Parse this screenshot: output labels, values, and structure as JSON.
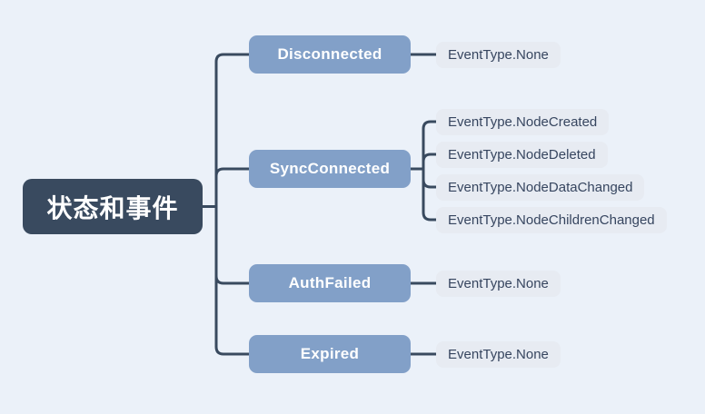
{
  "colors": {
    "background": "#ebf1f9",
    "root_bg": "#394a5f",
    "root_text": "#ffffff",
    "branch_bg": "#82a0c8",
    "branch_text": "#ffffff",
    "leaf_bg": "#e7ebf2",
    "leaf_text": "#36455f",
    "connector": "#394a5f"
  },
  "root": {
    "label": "状态和事件"
  },
  "branches": [
    {
      "label": "Disconnected",
      "events": [
        "EventType.None"
      ]
    },
    {
      "label": "SyncConnected",
      "events": [
        "EventType.NodeCreated",
        "EventType.NodeDeleted",
        "EventType.NodeDataChanged",
        "EventType.NodeChildrenChanged"
      ]
    },
    {
      "label": "AuthFailed",
      "events": [
        "EventType.None"
      ]
    },
    {
      "label": "Expired",
      "events": [
        "EventType.None"
      ]
    }
  ]
}
